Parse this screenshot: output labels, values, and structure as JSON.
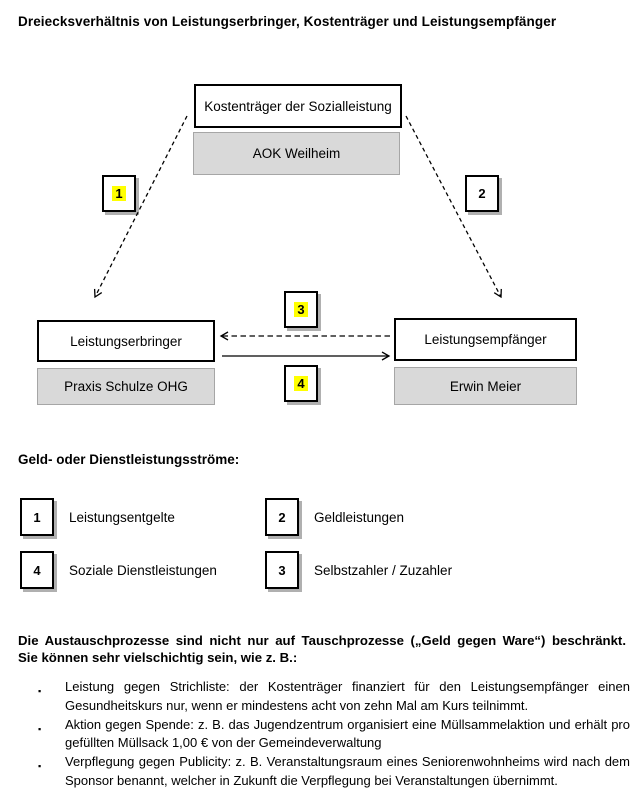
{
  "title": "Dreiecksverhältnis von Leistungserbringer, Kostenträger und Leistungsempfänger",
  "diagram": {
    "top": {
      "role": "Kostenträger der Sozialleistung",
      "name": "AOK Weilheim"
    },
    "left": {
      "role": "Leistungserbringer",
      "name": "Praxis Schulze OHG"
    },
    "right": {
      "role": "Leistungsempfänger",
      "name": "Erwin Meier"
    },
    "markers": {
      "m1": "1",
      "m2": "2",
      "m3": "3",
      "m4": "4"
    }
  },
  "legend": {
    "heading": "Geld- oder Dienstleistungsströme:",
    "items": [
      {
        "num": "1",
        "label": "Leistungsentgelte"
      },
      {
        "num": "2",
        "label": "Geldleistungen"
      },
      {
        "num": "4",
        "label": "Soziale Dienstleistungen"
      },
      {
        "num": "3",
        "label": "Selbstzahler / Zuzahler"
      }
    ]
  },
  "notes": {
    "intro_line1": "Die Austauschprozesse sind nicht nur auf Tauschprozesse („Geld gegen Ware“) beschränkt.",
    "intro_line2": "Sie können sehr vielschichtig sein, wie z. B.:",
    "bullet_char": "▪",
    "bullets": [
      "Leistung gegen Strichliste: der Kostenträger finanziert für den Leistungsempfänger einen Gesundheitskurs nur, wenn er mindestens acht von zehn Mal am Kurs teilnimmt.",
      "Aktion gegen Spende: z. B. das Jugendzentrum organisiert eine Müllsammelaktion und erhält pro gefüllten Müllsack 1,00 € von der Gemeindeverwaltung",
      "Verpflegung gegen Publicity: z. B. Veranstaltungsraum eines Seniorenwohnheims wird nach dem Sponsor benannt, welcher in Zukunft die Verpflegung bei Veranstaltungen übernimmt."
    ]
  },
  "colors": {
    "highlight": "#ffff00",
    "gray_fill": "#d9d9d9",
    "gray_border": "#a6a6a6",
    "box_border": "#000000",
    "shadow": "#b0b0b0"
  }
}
